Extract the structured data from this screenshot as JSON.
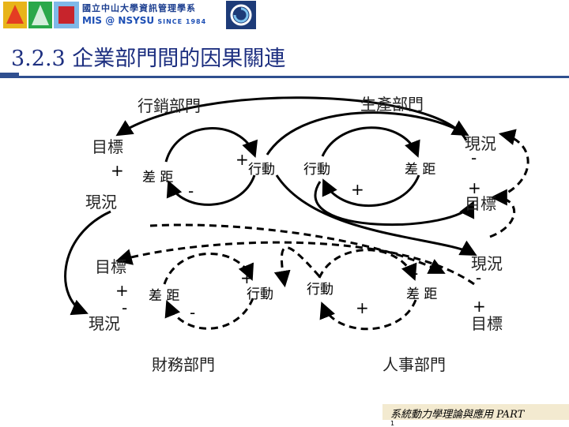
{
  "header": {
    "school_line1": "國立中山大學資訊管理學系",
    "school_line2": "MIS @ NSYSU",
    "school_since": "SINCE 1984"
  },
  "title": "3.2.3 企業部門間的因果關連",
  "departments": {
    "marketing": "行銷部門",
    "production": "生產部門",
    "finance": "財務部門",
    "hr": "人事部門"
  },
  "loops": {
    "marketing": {
      "goal": "目標",
      "current": "現況",
      "gap": "差 距",
      "action": "行動",
      "sign_goal": "+",
      "sign_gap": "-",
      "sign_action": "+"
    },
    "production": {
      "goal": "目標",
      "current": "現況",
      "gap": "差 距",
      "action": "行動",
      "sign_current": "-",
      "sign_goal": "+",
      "sign_action": "+"
    },
    "finance": {
      "goal": "目標",
      "current": "現況",
      "gap": "差 距",
      "action": "行動",
      "sign_goal": "+",
      "sign_current": "-",
      "sign_gap": "-",
      "sign_action": "+"
    },
    "hr": {
      "goal": "目標",
      "current": "現況",
      "gap": "差 距",
      "action": "行動",
      "sign_current": "-",
      "sign_goal": "+",
      "sign_action": "+",
      "sign_gap": "-"
    }
  },
  "footer": "系統動力學理論與應用 PART",
  "footer_dot": "1",
  "colors": {
    "title": "#1d2f80",
    "rule": "#2f4f8f",
    "footer_bg": "#f3ead0"
  }
}
